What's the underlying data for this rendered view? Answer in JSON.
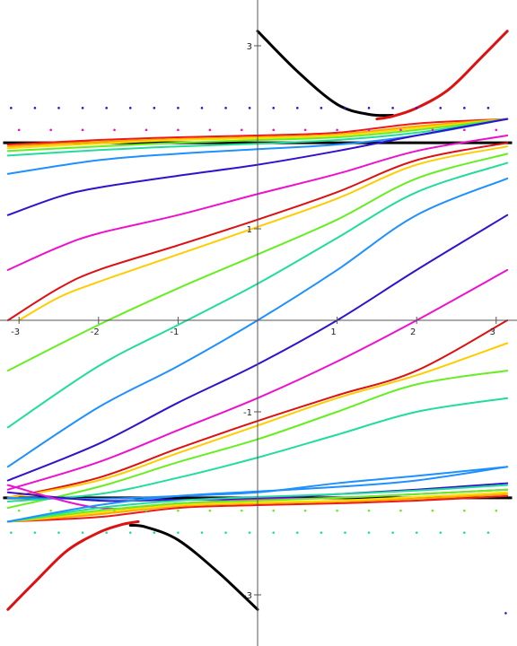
{
  "chart_data": {
    "type": "line",
    "title": "",
    "xlabel": "",
    "ylabel": "",
    "xlim": [
      -3.14159,
      3.14159
    ],
    "ylim": [
      -3.5,
      3.5
    ],
    "grid": false,
    "legend": "none",
    "x_ticks": [
      {
        "value": -3,
        "label": "-3"
      },
      {
        "value": -2,
        "label": "-2"
      },
      {
        "value": -1,
        "label": "-1"
      },
      {
        "value": 1,
        "label": "1"
      },
      {
        "value": 2,
        "label": "2"
      },
      {
        "value": 3,
        "label": "3"
      }
    ],
    "y_ticks": [
      {
        "value": -3,
        "label": "-3"
      },
      {
        "value": -1,
        "label": "-1"
      },
      {
        "value": 1,
        "label": "1"
      },
      {
        "value": 3,
        "label": "3"
      }
    ],
    "horizontal_lines": [
      {
        "y": 1.94,
        "color": "#000000"
      },
      {
        "y": -1.94,
        "color": "#000000"
      }
    ],
    "series": [
      {
        "color": "#000000",
        "width": 3,
        "x": [
          0.0,
          0.5,
          1.0,
          1.4,
          1.7
        ],
        "y": [
          3.16,
          2.72,
          2.36,
          2.25,
          2.24
        ]
      },
      {
        "color": "#000000",
        "width": 3,
        "x": [
          -1.6,
          -1.4,
          -1.0,
          -0.5,
          0.0
        ],
        "y": [
          -2.24,
          -2.26,
          -2.4,
          -2.75,
          -3.16
        ]
      },
      {
        "color": "#dd1111",
        "width": 3,
        "x": [
          -3.14,
          -2.8,
          -2.4,
          -2.0,
          -1.7,
          -1.5
        ],
        "y": [
          -3.16,
          -2.86,
          -2.52,
          -2.32,
          -2.23,
          -2.2
        ]
      },
      {
        "color": "#dd1111",
        "width": 3,
        "x": [
          1.5,
          1.7,
          2.0,
          2.4,
          2.8,
          3.14
        ],
        "y": [
          2.2,
          2.23,
          2.32,
          2.52,
          2.86,
          3.16
        ]
      },
      {
        "color": "#ee1a1a",
        "width": 2,
        "x": [
          -3.14,
          -2.0,
          -1.0,
          0.0,
          1.0,
          2.0,
          3.14
        ],
        "y": [
          1.92,
          1.97,
          2.0,
          2.02,
          2.05,
          2.15,
          2.2
        ]
      },
      {
        "color": "#ffa500",
        "width": 2,
        "x": [
          -3.14,
          -2.0,
          -1.0,
          0.0,
          1.0,
          2.0,
          3.14
        ],
        "y": [
          1.9,
          1.95,
          1.98,
          2.0,
          2.03,
          2.12,
          2.2
        ]
      },
      {
        "color": "#ffdd00",
        "width": 2,
        "x": [
          -3.14,
          -2.0,
          -1.0,
          0.0,
          1.0,
          2.0,
          3.14
        ],
        "y": [
          1.88,
          1.93,
          1.97,
          1.99,
          2.02,
          2.1,
          2.2
        ]
      },
      {
        "color": "#66ee22",
        "width": 2,
        "x": [
          -3.14,
          -2.0,
          -1.0,
          0.0,
          1.0,
          2.0,
          3.14
        ],
        "y": [
          1.85,
          1.9,
          1.94,
          1.97,
          2.0,
          2.08,
          2.2
        ]
      },
      {
        "color": "#22dd99",
        "width": 2,
        "x": [
          -3.14,
          -2.0,
          -1.0,
          0.0,
          1.0,
          2.0,
          3.14
        ],
        "y": [
          1.8,
          1.86,
          1.9,
          1.93,
          1.97,
          2.05,
          2.2
        ]
      },
      {
        "color": "#1e90ff",
        "width": 2,
        "x": [
          -3.14,
          -2.0,
          -1.0,
          0.0,
          1.0,
          2.0,
          3.14
        ],
        "y": [
          1.6,
          1.75,
          1.82,
          1.87,
          1.92,
          2.02,
          2.2
        ]
      },
      {
        "color": "#3311cc",
        "width": 2,
        "x": [
          -3.14,
          -2.5,
          -2.0,
          -1.0,
          0.0,
          1.0,
          2.0,
          3.14
        ],
        "y": [
          1.15,
          1.35,
          1.45,
          1.58,
          1.7,
          1.85,
          2.02,
          2.2
        ]
      },
      {
        "color": "#ee11cc",
        "width": 2,
        "x": [
          -3.14,
          -2.5,
          -2.0,
          -1.0,
          0.0,
          1.0,
          2.0,
          3.14
        ],
        "y": [
          0.55,
          0.8,
          0.95,
          1.15,
          1.38,
          1.6,
          1.85,
          2.02
        ]
      },
      {
        "color": "#dd1111",
        "width": 2,
        "x": [
          -3.14,
          -2.5,
          -2.0,
          -1.0,
          0.0,
          1.0,
          2.0,
          3.14
        ],
        "y": [
          0.0,
          0.35,
          0.55,
          0.82,
          1.1,
          1.4,
          1.75,
          1.94
        ]
      },
      {
        "color": "#ffcc00",
        "width": 2,
        "x": [
          -3.0,
          -2.5,
          -2.0,
          -1.0,
          0.0,
          1.0,
          2.0,
          3.14
        ],
        "y": [
          0.0,
          0.25,
          0.42,
          0.72,
          1.02,
          1.33,
          1.7,
          1.9
        ]
      },
      {
        "color": "#66ee22",
        "width": 2,
        "x": [
          -3.14,
          -2.0,
          -1.0,
          0.0,
          1.0,
          2.0,
          3.14
        ],
        "y": [
          -0.55,
          -0.05,
          0.35,
          0.72,
          1.1,
          1.55,
          1.82
        ]
      },
      {
        "color": "#22dd99",
        "width": 2,
        "x": [
          -3.14,
          -2.0,
          -1.0,
          0.0,
          1.0,
          2.0,
          3.14
        ],
        "y": [
          -1.17,
          -0.5,
          -0.05,
          0.4,
          0.9,
          1.4,
          1.72
        ]
      },
      {
        "color": "#1e90ff",
        "width": 2,
        "x": [
          -3.14,
          -2.0,
          -1.0,
          0.0,
          1.0,
          2.0,
          3.14
        ],
        "y": [
          -1.6,
          -0.95,
          -0.5,
          0.0,
          0.55,
          1.15,
          1.55
        ]
      },
      {
        "color": "#3311cc",
        "width": 2,
        "x": [
          -3.14,
          -2.0,
          -1.0,
          0.0,
          1.0,
          2.0,
          3.14
        ],
        "y": [
          -1.75,
          -1.35,
          -0.9,
          -0.48,
          0.0,
          0.55,
          1.15
        ]
      },
      {
        "color": "#ee11cc",
        "width": 2,
        "x": [
          -3.14,
          -2.0,
          -1.0,
          0.0,
          1.0,
          2.0,
          3.14
        ],
        "y": [
          -1.85,
          -1.55,
          -1.2,
          -0.85,
          -0.45,
          0.0,
          0.55
        ]
      },
      {
        "color": "#dd1111",
        "width": 2,
        "x": [
          -3.14,
          -2.0,
          -1.0,
          0.0,
          1.0,
          2.0,
          3.14
        ],
        "y": [
          -1.94,
          -1.72,
          -1.4,
          -1.1,
          -0.82,
          -0.55,
          0.0
        ]
      },
      {
        "color": "#ffcc00",
        "width": 2,
        "x": [
          -3.14,
          -2.0,
          -1.0,
          0.0,
          1.0,
          2.0,
          3.14
        ],
        "y": [
          -1.94,
          -1.75,
          -1.45,
          -1.15,
          -0.85,
          -0.6,
          -0.25
        ]
      },
      {
        "color": "#66ee22",
        "width": 2,
        "x": [
          -3.14,
          -2.0,
          -1.0,
          0.0,
          1.0,
          2.0,
          3.14
        ],
        "y": [
          -2.05,
          -1.82,
          -1.55,
          -1.3,
          -1.0,
          -0.7,
          -0.55
        ]
      },
      {
        "color": "#22dd99",
        "width": 2,
        "x": [
          -3.14,
          -2.0,
          -1.0,
          0.0,
          1.0,
          2.0,
          3.14
        ],
        "y": [
          -1.98,
          -1.9,
          -1.72,
          -1.5,
          -1.25,
          -1.0,
          -0.85
        ]
      },
      {
        "color": "#1e90ff",
        "width": 2,
        "x": [
          -3.14,
          -2.0,
          -1.0,
          0.0,
          1.0,
          2.0,
          3.14
        ],
        "y": [
          -1.94,
          -1.95,
          -1.92,
          -1.88,
          -1.78,
          -1.7,
          -1.6
        ]
      },
      {
        "color": "#3311cc",
        "width": 2,
        "x": [
          -3.14,
          -2.0,
          -1.0,
          0.0,
          1.0,
          2.0,
          3.14
        ],
        "y": [
          -1.88,
          -1.97,
          -1.96,
          -1.95,
          -1.9,
          -1.85,
          -1.78
        ]
      },
      {
        "color": "#ee11cc",
        "width": 2,
        "x": [
          -3.14,
          -2.0,
          -1.0,
          0.0,
          1.0,
          2.0,
          3.14
        ],
        "y": [
          -1.8,
          -2.05,
          -2.0,
          -1.96,
          -1.94,
          -1.9,
          -1.85
        ]
      },
      {
        "color": "#ee1a1a",
        "width": 2,
        "x": [
          -3.14,
          -2.0,
          -1.0,
          0.0,
          1.0,
          2.0,
          3.14
        ],
        "y": [
          -2.2,
          -2.15,
          -2.05,
          -2.02,
          -2.0,
          -1.97,
          -1.92
        ]
      },
      {
        "color": "#ffa500",
        "width": 2,
        "x": [
          -3.14,
          -2.0,
          -1.0,
          0.0,
          1.0,
          2.0,
          3.14
        ],
        "y": [
          -2.2,
          -2.12,
          -2.03,
          -2.0,
          -1.98,
          -1.95,
          -1.9
        ]
      },
      {
        "color": "#ffdd00",
        "width": 2,
        "x": [
          -3.14,
          -2.0,
          -1.0,
          0.0,
          1.0,
          2.0,
          3.14
        ],
        "y": [
          -2.2,
          -2.1,
          -2.02,
          -1.99,
          -1.97,
          -1.93,
          -1.88
        ]
      },
      {
        "color": "#66ee22",
        "width": 2,
        "x": [
          -3.14,
          -2.0,
          -1.0,
          0.0,
          1.0,
          2.0,
          3.14
        ],
        "y": [
          -2.2,
          -2.08,
          -2.0,
          -1.97,
          -1.94,
          -1.9,
          -1.85
        ]
      },
      {
        "color": "#22dd99",
        "width": 2,
        "x": [
          -3.14,
          -2.0,
          -1.0,
          0.0,
          1.0,
          2.0,
          3.14
        ],
        "y": [
          -2.2,
          -2.05,
          -1.97,
          -1.93,
          -1.9,
          -1.86,
          -1.8
        ]
      },
      {
        "color": "#1e90ff",
        "width": 2,
        "x": [
          -3.14,
          -2.0,
          -1.0,
          0.0,
          1.0,
          2.0,
          3.14
        ],
        "y": [
          -2.2,
          -2.02,
          -1.92,
          -1.87,
          -1.82,
          -1.75,
          -1.6
        ]
      }
    ],
    "dotted_series": [
      {
        "color": "#3311cc",
        "y": 2.32,
        "x": [
          -3.1,
          -2.8,
          -2.5,
          -2.2,
          -1.9,
          -1.6,
          -1.3,
          -1.0,
          -0.7,
          -0.4,
          -0.1,
          0.2,
          0.5,
          0.8,
          1.1,
          1.4,
          1.7,
          2.0,
          2.3,
          2.6,
          2.9
        ]
      },
      {
        "color": "#22dd99",
        "y": -2.32,
        "x": [
          -3.1,
          -2.8,
          -2.5,
          -2.2,
          -1.9,
          -1.6,
          -1.3,
          -1.0,
          -0.7,
          -0.4,
          -0.1,
          0.2,
          0.5,
          0.8,
          1.1,
          1.4,
          1.7,
          2.0,
          2.3,
          2.6,
          2.9
        ]
      },
      {
        "color": "#ee11cc",
        "y": 2.08,
        "x": [
          -3.0,
          -2.6,
          -2.2,
          -1.8,
          -1.4,
          -1.0,
          -0.6,
          -0.2,
          0.2,
          0.6,
          1.0,
          1.4,
          1.8,
          2.2,
          2.6,
          3.0
        ]
      },
      {
        "color": "#66ee22",
        "y": -2.08,
        "x": [
          -3.0,
          -2.6,
          -2.2,
          -1.8,
          -1.4,
          -1.0,
          -0.6,
          -0.2,
          0.2,
          0.6,
          1.0,
          1.4,
          1.8,
          2.2,
          2.6,
          3.0
        ]
      },
      {
        "color": "#3311cc",
        "y": -3.2,
        "x": [
          3.12
        ]
      }
    ]
  }
}
